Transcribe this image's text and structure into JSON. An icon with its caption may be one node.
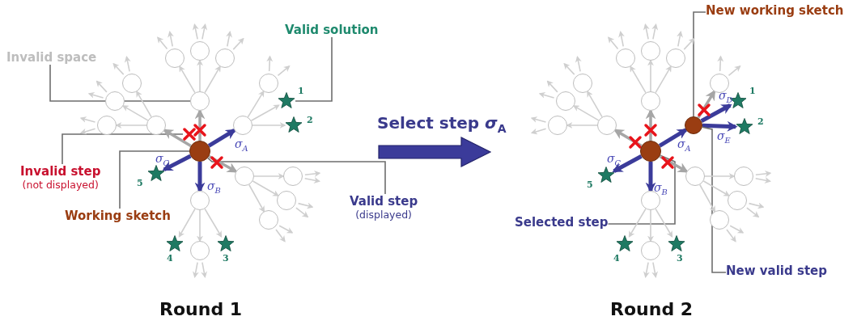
{
  "diagram": {
    "nodes": [
      {
        "text": [
          "Invalid space"
        ]
      },
      {
        "text": [],
        "shape": "circle"
      },
      {
        "text": [
          "Valid solution"
        ]
      },
      {
        "text": [],
        "shape": "star",
        "beside": [
          "1"
        ]
      },
      {
        "text": [],
        "shape": "star",
        "beside": [
          "2"
        ]
      },
      {
        "text": [],
        "shape": "star",
        "beside": [
          "3"
        ]
      },
      {
        "text": [],
        "shape": "star",
        "beside": [
          "4"
        ]
      },
      {
        "text": [],
        "shape": "star",
        "beside": [
          "5"
        ]
      },
      {
        "text": [
          "Invalid step",
          "(not displayed)"
        ]
      },
      {
        "text": [],
        "shape": "cross"
      },
      {
        "text": [
          "Working sketch"
        ]
      },
      {
        "text": [],
        "shape": "circle"
      },
      {
        "text": [
          "Valid step",
          "(displayed)"
        ]
      },
      {
        "text": [
          "New working sketch"
        ]
      },
      {
        "text": [],
        "shape": "circle"
      },
      {
        "text": [],
        "shape": "circle"
      },
      {
        "text": [
          "Selected step"
        ]
      },
      {
        "text": [
          "New valid step"
        ]
      },
      {
        "text": [],
        "shape": "star",
        "beside": [
          "1"
        ]
      },
      {
        "text": [],
        "shape": "star",
        "beside": [
          "2"
        ]
      },
      {
        "text": [],
        "shape": "star",
        "beside": [
          "3"
        ]
      },
      {
        "text": [],
        "shape": "star",
        "beside": [
          "4"
        ]
      },
      {
        "text": [],
        "shape": "star",
        "beside": [
          "5"
        ]
      },
      {
        "text": [],
        "shape": "circle"
      },
      {
        "text": [],
        "shape": "circle"
      },
      {
        "text": [],
        "shape": "circle"
      },
      {
        "text": [],
        "shape": "circle"
      },
      {
        "text": [],
        "shape": "circle"
      },
      {
        "text": [],
        "shape": "circle"
      },
      {
        "text": [],
        "shape": "circle"
      },
      {
        "text": [],
        "shape": "circle"
      },
      {
        "text": [],
        "shape": "circle"
      },
      {
        "text": [],
        "shape": "circle"
      },
      {
        "text": [],
        "shape": "circle"
      },
      {
        "text": [],
        "shape": "circle"
      },
      {
        "text": [],
        "shape": "circle"
      },
      {
        "text": [],
        "shape": "circle"
      },
      {
        "text": [],
        "shape": "circle"
      },
      {
        "text": [],
        "shape": "circle"
      },
      {
        "text": [],
        "shape": "circle"
      },
      {
        "text": [],
        "shape": "circle"
      },
      {
        "text": [],
        "shape": "circle"
      },
      {
        "text": [],
        "shape": "circle"
      },
      {
        "text": [],
        "shape": "circle"
      },
      {
        "text": [],
        "shape": "circle"
      },
      {
        "text": [],
        "shape": "circle"
      },
      {
        "text": [],
        "shape": "circle"
      },
      {
        "text": [],
        "shape": "circle"
      },
      {
        "text": [],
        "shape": "circle"
      },
      {
        "text": [],
        "shape": "circle"
      },
      {
        "text": [],
        "shape": "circle"
      },
      {
        "text": [],
        "shape": "circle"
      },
      {
        "text": [],
        "shape": "circle"
      }
    ],
    "edges": [
      {
        "from": 0,
        "to": 1,
        "arrow": "none",
        "color": "#6e6e6e"
      },
      {
        "from": 2,
        "to": 3,
        "arrow": "none",
        "color": "#6e6e6e"
      },
      {
        "from": 8,
        "to": 9,
        "arrow": "none",
        "color": "#6e6e6e"
      },
      {
        "from": 10,
        "to": 11,
        "arrow": "none",
        "color": "#6e6e6e"
      },
      {
        "from": 12,
        "to": 11,
        "arrow": "none",
        "color": "#6e6e6e"
      },
      {
        "from": 11,
        "to": 23,
        "arrow": "to",
        "label": "σ$_{A}$",
        "style": "thick",
        "color": "#3b3b9a"
      },
      {
        "from": 11,
        "to": 24,
        "arrow": "to",
        "label": "σ$_{B}$",
        "style": "thick",
        "color": "#3b3b9a"
      },
      {
        "from": 11,
        "to": 7,
        "arrow": "to",
        "label": "σ$_{C}$",
        "style": "thick",
        "color": "#3b3b9a"
      },
      {
        "from": 13,
        "to": 14,
        "arrow": "none",
        "color": "#6e6e6e"
      },
      {
        "from": 15,
        "to": 14,
        "arrow": "to",
        "label": "σ$_{A}$",
        "style": "thick",
        "color": "#3b3b9a"
      },
      {
        "from": 15,
        "to": 25,
        "arrow": "to",
        "label": "σ$_{B}$",
        "style": "thick",
        "color": "#3b3b9a"
      },
      {
        "from": 15,
        "to": 22,
        "arrow": "to",
        "label": "σ$_{C}$",
        "style": "thick",
        "color": "#3b3b9a"
      },
      {
        "from": 14,
        "to": 18,
        "arrow": "to",
        "label": "σ$_{D}$",
        "style": "thick",
        "color": "#3b3b9a"
      },
      {
        "from": 14,
        "to": 19,
        "arrow": "to",
        "label": "σ$_{E}$",
        "style": "thick",
        "color": "#3b3b9a"
      },
      {
        "from": 16,
        "to": 15,
        "arrow": "none",
        "color": "#6e6e6e"
      },
      {
        "from": 17,
        "to": 14,
        "arrow": "none",
        "color": "#6e6e6e"
      },
      {
        "from": 11,
        "to": 1,
        "arrow": "to",
        "style": "thick",
        "color": "#a6a6a6"
      },
      {
        "from": 11,
        "to": 29,
        "arrow": "to",
        "style": "thick",
        "color": "#a6a6a6"
      },
      {
        "from": 11,
        "to": 34,
        "arrow": "to",
        "style": "thick",
        "color": "#a6a6a6"
      },
      {
        "from": 15,
        "to": 43,
        "arrow": "to",
        "style": "thick",
        "color": "#a6a6a6"
      },
      {
        "from": 15,
        "to": 48,
        "arrow": "to",
        "style": "thick",
        "color": "#a6a6a6"
      },
      {
        "from": 14,
        "to": 52,
        "arrow": "to",
        "style": "thick",
        "color": "#a6a6a6"
      },
      {
        "from": 15,
        "to": 39,
        "arrow": "to",
        "style": "thick",
        "color": "#a6a6a6"
      },
      {
        "from": 23,
        "to": 3,
        "arrow": "to",
        "color": "#cfcfcf"
      },
      {
        "from": 23,
        "to": 4,
        "arrow": "to",
        "color": "#cfcfcf"
      },
      {
        "from": 24,
        "to": 6,
        "arrow": "to",
        "color": "#cfcfcf"
      },
      {
        "from": 24,
        "to": 5,
        "arrow": "to",
        "color": "#cfcfcf"
      },
      {
        "from": 25,
        "to": 21,
        "arrow": "to",
        "color": "#cfcfcf"
      },
      {
        "from": 25,
        "to": 20,
        "arrow": "to",
        "color": "#cfcfcf"
      },
      {
        "from": 1,
        "to": 26,
        "arrow": "to",
        "color": "#cfcfcf"
      },
      {
        "from": 1,
        "to": 27,
        "arrow": "to",
        "color": "#cfcfcf"
      },
      {
        "from": 1,
        "to": 28,
        "arrow": "to",
        "color": "#cfcfcf"
      },
      {
        "from": 29,
        "to": 30,
        "arrow": "to",
        "color": "#cfcfcf"
      },
      {
        "from": 29,
        "to": 31,
        "arrow": "to",
        "color": "#cfcfcf"
      },
      {
        "from": 29,
        "to": 32,
        "arrow": "to",
        "color": "#cfcfcf"
      },
      {
        "from": 24,
        "to": 33,
        "arrow": "to",
        "color": "#cfcfcf"
      },
      {
        "from": 34,
        "to": 35,
        "arrow": "to",
        "color": "#cfcfcf"
      },
      {
        "from": 34,
        "to": 36,
        "arrow": "to",
        "color": "#cfcfcf"
      },
      {
        "from": 34,
        "to": 37,
        "arrow": "to",
        "color": "#cfcfcf"
      },
      {
        "from": 23,
        "to": 38,
        "arrow": "to",
        "color": "#cfcfcf"
      },
      {
        "from": 39,
        "to": 40,
        "arrow": "to",
        "color": "#cfcfcf"
      },
      {
        "from": 39,
        "to": 41,
        "arrow": "to",
        "color": "#cfcfcf"
      },
      {
        "from": 39,
        "to": 42,
        "arrow": "to",
        "color": "#cfcfcf"
      },
      {
        "from": 43,
        "to": 44,
        "arrow": "to",
        "color": "#cfcfcf"
      },
      {
        "from": 43,
        "to": 45,
        "arrow": "to",
        "color": "#cfcfcf"
      },
      {
        "from": 43,
        "to": 46,
        "arrow": "to",
        "color": "#cfcfcf"
      },
      {
        "from": 25,
        "to": 47,
        "arrow": "to",
        "color": "#cfcfcf"
      },
      {
        "from": 48,
        "to": 49,
        "arrow": "to",
        "color": "#cfcfcf"
      },
      {
        "from": 48,
        "to": 50,
        "arrow": "to",
        "color": "#cfcfcf"
      },
      {
        "from": 48,
        "to": 51,
        "arrow": "to",
        "color": "#cfcfcf"
      },
      {
        "from": 26,
        "to": null,
        "arrow": "to",
        "color": "#cfcfcf"
      },
      {
        "from": 26,
        "to": null,
        "arrow": "to",
        "color": "#cfcfcf"
      },
      {
        "from": 27,
        "to": null,
        "arrow": "to",
        "color": "#cfcfcf"
      },
      {
        "from": 27,
        "to": null,
        "arrow": "to",
        "color": "#cfcfcf"
      },
      {
        "from": 28,
        "to": null,
        "arrow": "to",
        "color": "#cfcfcf"
      },
      {
        "from": 28,
        "to": null,
        "arrow": "to",
        "color": "#cfcfcf"
      },
      {
        "from": 30,
        "to": null,
        "arrow": "to",
        "color": "#cfcfcf"
      },
      {
        "from": 30,
        "to": null,
        "arrow": "to",
        "color": "#cfcfcf"
      },
      {
        "from": 31,
        "to": null,
        "arrow": "to",
        "color": "#cfcfcf"
      },
      {
        "from": 31,
        "to": null,
        "arrow": "to",
        "color": "#cfcfcf"
      },
      {
        "from": 32,
        "to": null,
        "arrow": "to",
        "color": "#cfcfcf"
      },
      {
        "from": 32,
        "to": null,
        "arrow": "to",
        "color": "#cfcfcf"
      },
      {
        "from": 38,
        "to": null,
        "arrow": "to",
        "color": "#cfcfcf"
      },
      {
        "from": 38,
        "to": null,
        "arrow": "to",
        "color": "#cfcfcf"
      },
      {
        "from": 33,
        "to": null,
        "arrow": "to",
        "color": "#cfcfcf"
      },
      {
        "from": 33,
        "to": null,
        "arrow": "to",
        "color": "#cfcfcf"
      },
      {
        "from": 35,
        "to": null,
        "arrow": "to",
        "color": "#cfcfcf"
      },
      {
        "from": 35,
        "to": null,
        "arrow": "to",
        "color": "#cfcfcf"
      },
      {
        "from": 36,
        "to": null,
        "arrow": "to",
        "color": "#cfcfcf"
      },
      {
        "from": 36,
        "to": null,
        "arrow": "to",
        "color": "#cfcfcf"
      },
      {
        "from": 37,
        "to": null,
        "arrow": "to",
        "color": "#cfcfcf"
      },
      {
        "from": 37,
        "to": null,
        "arrow": "to",
        "color": "#cfcfcf"
      },
      {
        "from": 40,
        "to": null,
        "arrow": "to",
        "color": "#cfcfcf"
      },
      {
        "from": 40,
        "to": null,
        "arrow": "to",
        "color": "#cfcfcf"
      },
      {
        "from": 41,
        "to": null,
        "arrow": "to",
        "color": "#cfcfcf"
      },
      {
        "from": 41,
        "to": null,
        "arrow": "to",
        "color": "#cfcfcf"
      },
      {
        "from": 42,
        "to": null,
        "arrow": "to",
        "color": "#cfcfcf"
      },
      {
        "from": 42,
        "to": null,
        "arrow": "to",
        "color": "#cfcfcf"
      },
      {
        "from": 44,
        "to": null,
        "arrow": "to",
        "color": "#cfcfcf"
      },
      {
        "from": 44,
        "to": null,
        "arrow": "to",
        "color": "#cfcfcf"
      },
      {
        "from": 45,
        "to": null,
        "arrow": "to",
        "color": "#cfcfcf"
      },
      {
        "from": 45,
        "to": null,
        "arrow": "to",
        "color": "#cfcfcf"
      },
      {
        "from": 46,
        "to": null,
        "arrow": "to",
        "color": "#cfcfcf"
      },
      {
        "from": 46,
        "to": null,
        "arrow": "to",
        "color": "#cfcfcf"
      },
      {
        "from": 52,
        "to": null,
        "arrow": "to",
        "color": "#cfcfcf"
      },
      {
        "from": 52,
        "to": null,
        "arrow": "to",
        "color": "#cfcfcf"
      },
      {
        "from": 47,
        "to": null,
        "arrow": "to",
        "color": "#cfcfcf"
      },
      {
        "from": 47,
        "to": null,
        "arrow": "to",
        "color": "#cfcfcf"
      },
      {
        "from": 49,
        "to": null,
        "arrow": "to",
        "color": "#cfcfcf"
      },
      {
        "from": 49,
        "to": null,
        "arrow": "to",
        "color": "#cfcfcf"
      },
      {
        "from": 50,
        "to": null,
        "arrow": "to",
        "color": "#cfcfcf"
      },
      {
        "from": 50,
        "to": null,
        "arrow": "to",
        "color": "#cfcfcf"
      },
      {
        "from": 51,
        "to": null,
        "arrow": "to",
        "color": "#cfcfcf"
      },
      {
        "from": 51,
        "to": null,
        "arrow": "to",
        "color": "#cfcfcf"
      }
    ],
    "labels": [
      "Select step *σ*$_{A}$",
      "Round 1",
      "Round 2"
    ]
  }
}
